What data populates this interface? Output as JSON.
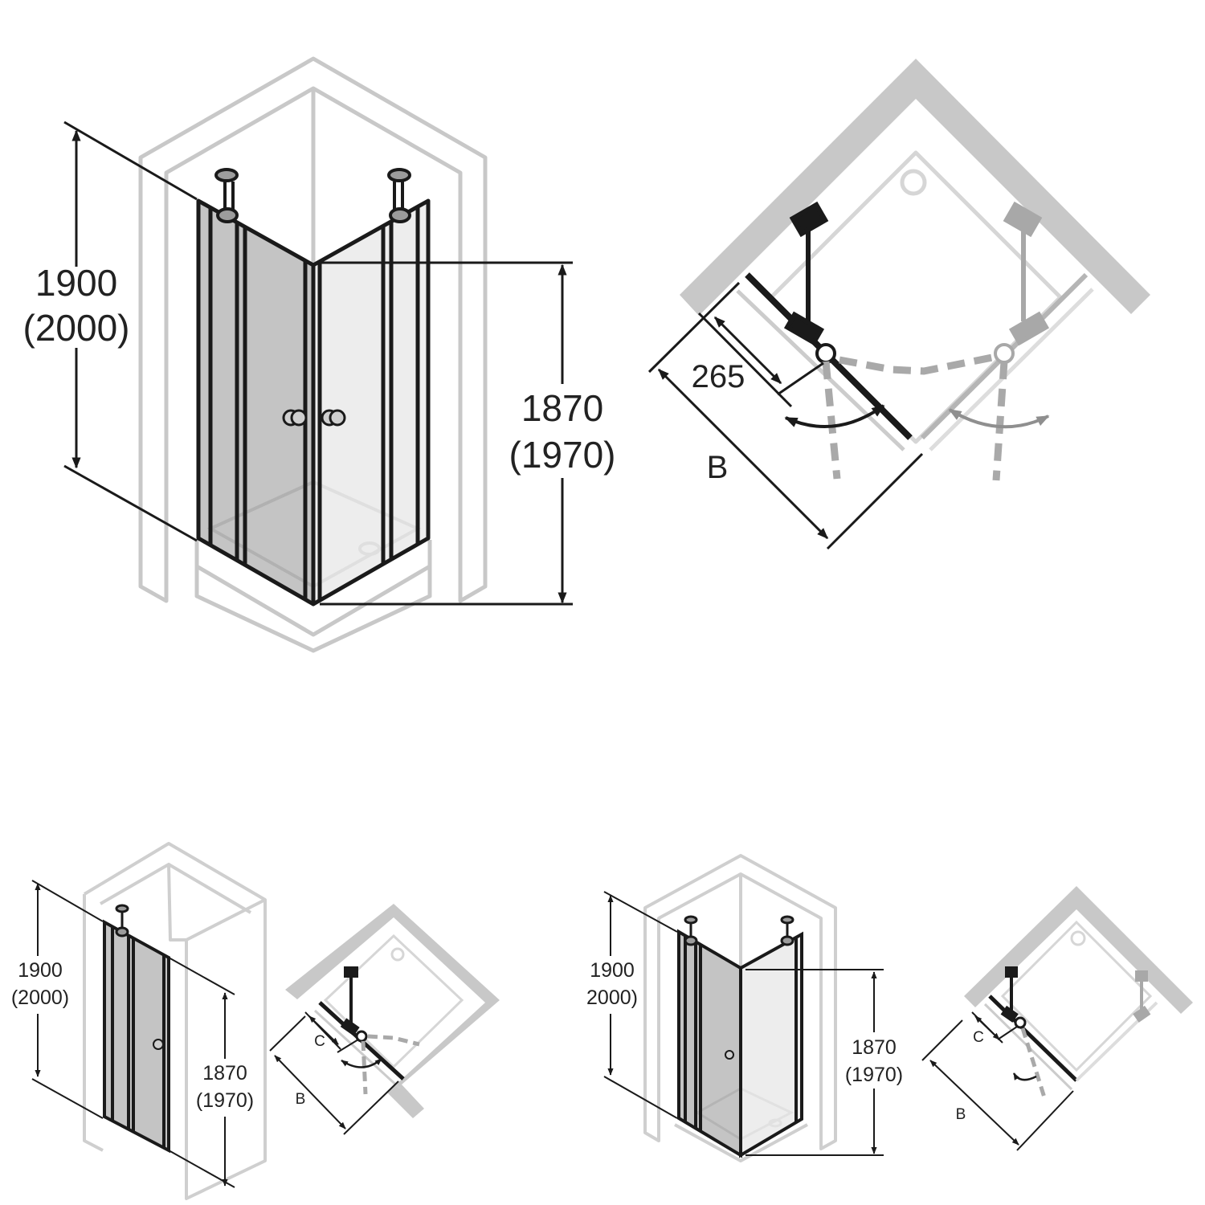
{
  "colors": {
    "wall": "#c8c8c8",
    "line": "#1a1a1a",
    "glass_dark": "#9c9c9c",
    "glass_light": "#e6e6e6",
    "dashed": "#a9a9a9"
  },
  "main_elevation": {
    "height_total": "1900",
    "height_total_alt": "(2000)",
    "height_door": "1870",
    "height_door_alt": "(1970)"
  },
  "main_plan": {
    "dim_offset": "265",
    "dim_width": "B"
  },
  "variant_left": {
    "height_total": "1900",
    "height_total_alt": "(2000)",
    "height_door": "1870",
    "height_door_alt": "(1970)",
    "dim_offset": "C",
    "dim_width": "B"
  },
  "variant_right": {
    "height_total": "1900",
    "height_total_alt": "2000)",
    "height_door": "1870",
    "height_door_alt": "(1970)",
    "dim_offset": "C",
    "dim_width": "B"
  }
}
